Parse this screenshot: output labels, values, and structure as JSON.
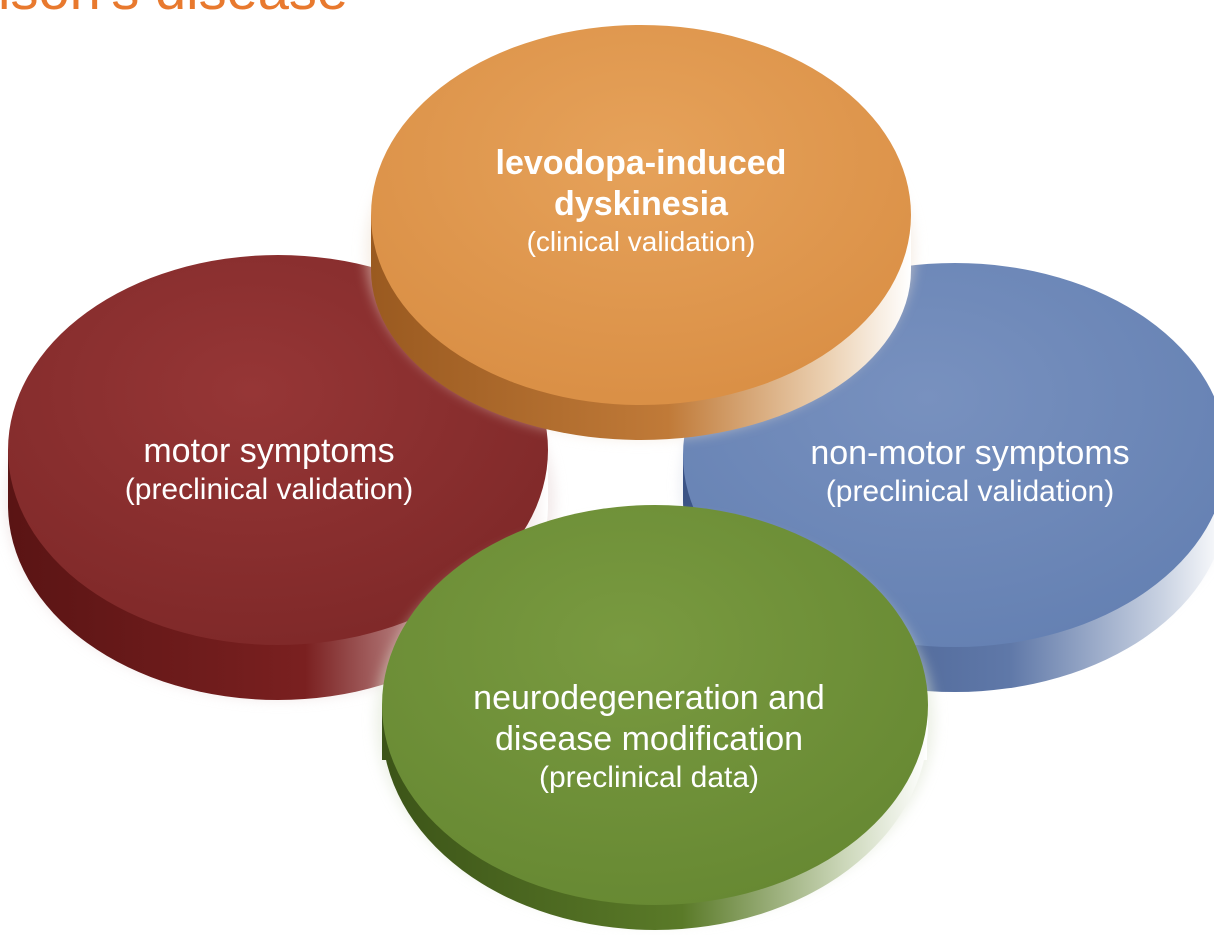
{
  "title": "ison's disease",
  "colors": {
    "title": "#e8792e",
    "dyskinesia_disc": "#e09a4f",
    "motor_disc": "#8e3030",
    "nonmotor_disc": "#6f89b8",
    "neuro_disc": "#6f8f38",
    "label_text": "#ffffff"
  },
  "discs": {
    "dyskinesia": {
      "line1": "levodopa-induced",
      "line2": "dyskinesia",
      "sub": "(clinical validation)"
    },
    "motor": {
      "line1": "motor symptoms",
      "sub": "(preclinical validation)"
    },
    "nonmotor": {
      "line1": "non-motor symptoms",
      "sub": "(preclinical validation)"
    },
    "neuro": {
      "line1": "neurodegeneration and",
      "line2": "disease modification",
      "sub": "(preclinical data)"
    }
  }
}
